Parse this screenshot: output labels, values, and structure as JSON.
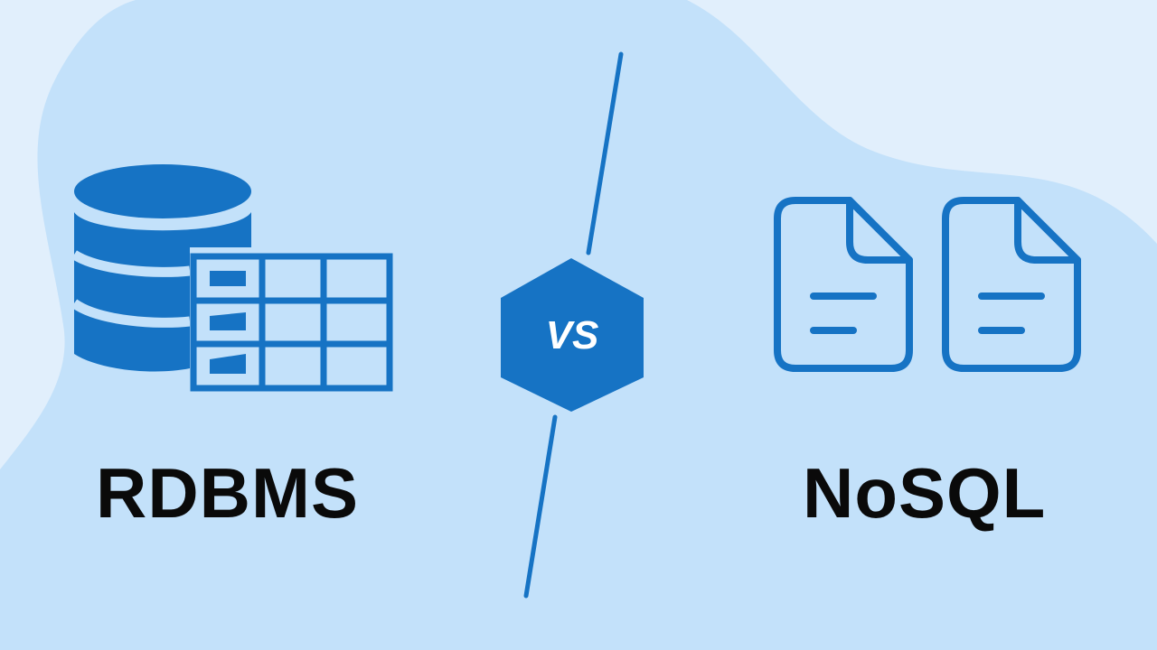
{
  "left": {
    "title": "RDBMS",
    "icon": "database-table-icon"
  },
  "right": {
    "title": "NoSQL",
    "icon": "documents-icon"
  },
  "badge": {
    "text": "VS",
    "shape": "hexagon"
  },
  "colors": {
    "accent": "#1673c4",
    "background": "#e1effc",
    "blob": "#c3e1fa",
    "text": "#0a0a0a",
    "badge_text": "#ffffff"
  }
}
